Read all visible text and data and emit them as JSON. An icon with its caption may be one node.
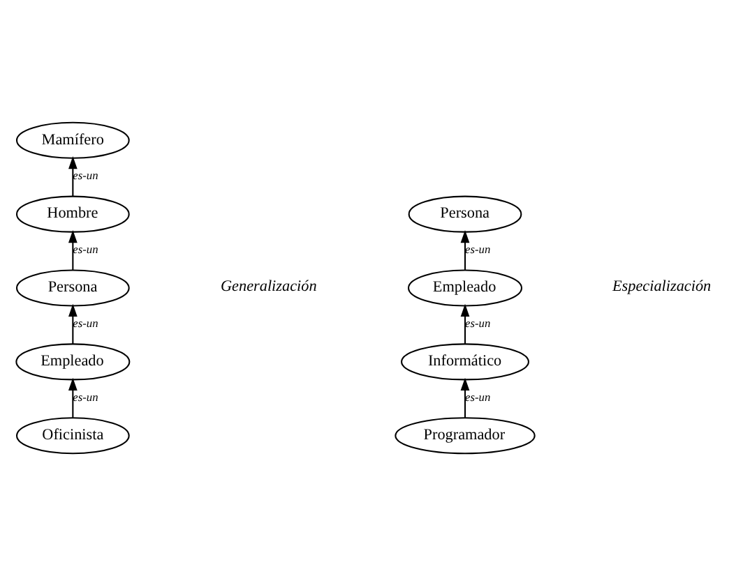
{
  "diagram": {
    "nodes": [
      {
        "text": [
          "Mamífero"
        ]
      },
      {
        "text": [
          "Hombre"
        ]
      },
      {
        "text": [
          "Persona"
        ]
      },
      {
        "text": [
          "Empleado"
        ]
      },
      {
        "text": [
          "Oficinista"
        ]
      },
      {
        "text": [
          "Persona"
        ]
      },
      {
        "text": [
          "Empleado"
        ]
      },
      {
        "text": [
          "Informático"
        ]
      },
      {
        "text": [
          "Programador"
        ]
      }
    ],
    "edges": [
      {
        "from": 1,
        "to": 0,
        "arrow": "to",
        "label": "es-un"
      },
      {
        "from": 2,
        "to": 1,
        "arrow": "to",
        "label": "es-un"
      },
      {
        "from": 3,
        "to": 2,
        "arrow": "to",
        "label": "es-un"
      },
      {
        "from": 4,
        "to": 3,
        "arrow": "to",
        "label": "es-un"
      },
      {
        "from": 6,
        "to": 5,
        "arrow": "to",
        "label": "es-un"
      },
      {
        "from": 7,
        "to": 6,
        "arrow": "to",
        "label": "es-un"
      },
      {
        "from": 8,
        "to": 7,
        "arrow": "to",
        "label": "es-un"
      }
    ],
    "labels": [
      "Generalización",
      "Especialización"
    ]
  }
}
